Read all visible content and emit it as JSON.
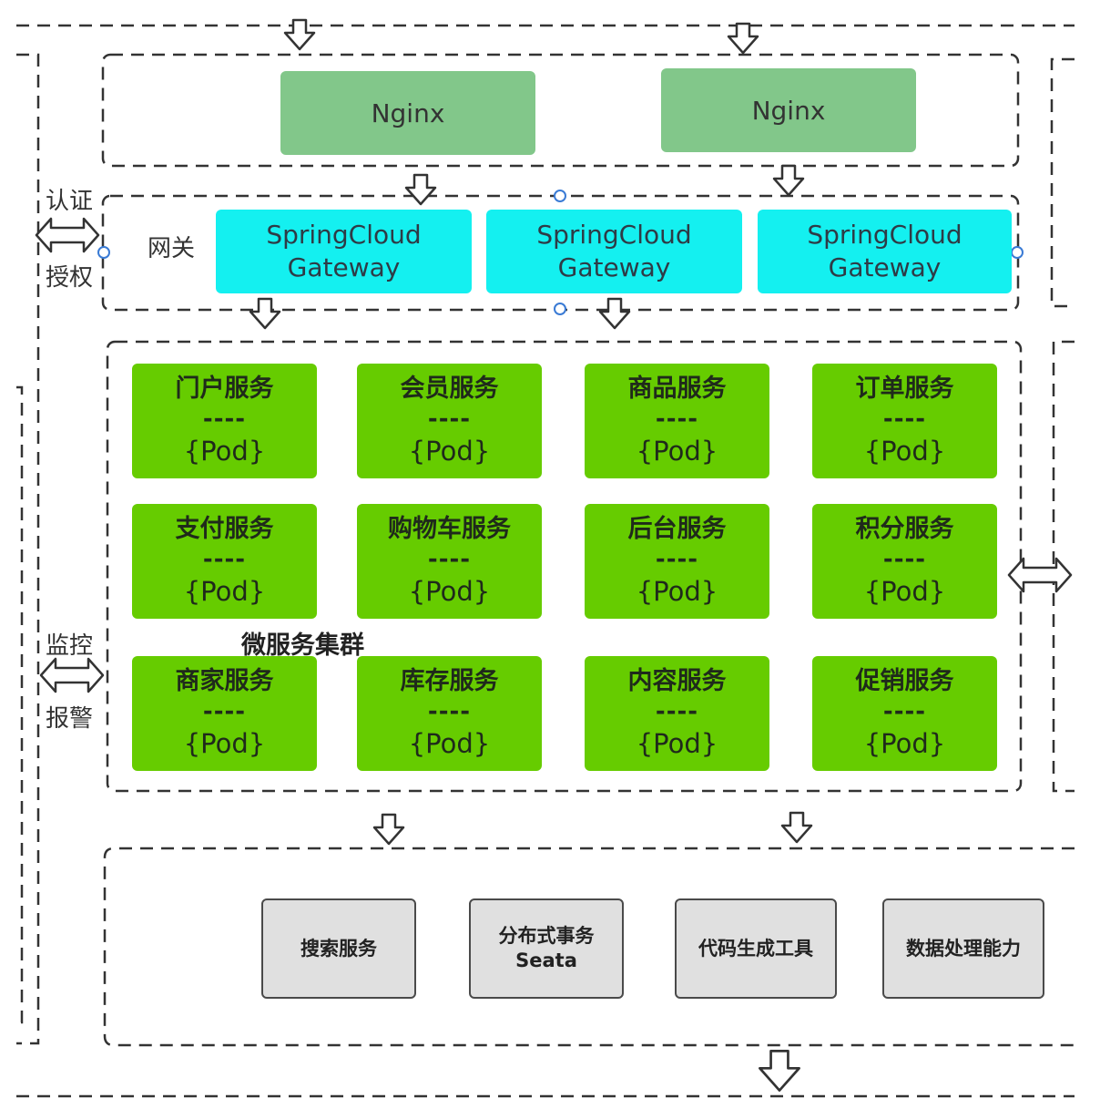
{
  "nginx": [
    "Nginx",
    "Nginx"
  ],
  "gateway": {
    "label": "网关",
    "items": [
      {
        "line1": "SpringCloud",
        "line2": "Gateway"
      },
      {
        "line1": "SpringCloud",
        "line2": "Gateway"
      },
      {
        "line1": "SpringCloud",
        "line2": "Gateway"
      }
    ]
  },
  "auth": {
    "top": "认证",
    "bottom": "授权"
  },
  "monitor": {
    "top": "监控",
    "bottom": "报警"
  },
  "cluster": {
    "label": "微服务集群",
    "separator": "----",
    "pod": "{Pod}",
    "services": [
      "门户服务",
      "会员服务",
      "商品服务",
      "订单服务",
      "支付服务",
      "购物车服务",
      "后台服务",
      "积分服务",
      "商家服务",
      "库存服务",
      "内容服务",
      "促销服务"
    ]
  },
  "tools": [
    {
      "line1": "搜索服务",
      "line2": ""
    },
    {
      "line1": "分布式事务",
      "line2": "Seata"
    },
    {
      "line1": "代码生成工具",
      "line2": ""
    },
    {
      "line1": "数据处理能力",
      "line2": ""
    }
  ],
  "colors": {
    "nginx": "#82c78a",
    "gateway": "#14f0f0",
    "pod": "#66cc00",
    "tool": "#e0e0e0"
  }
}
